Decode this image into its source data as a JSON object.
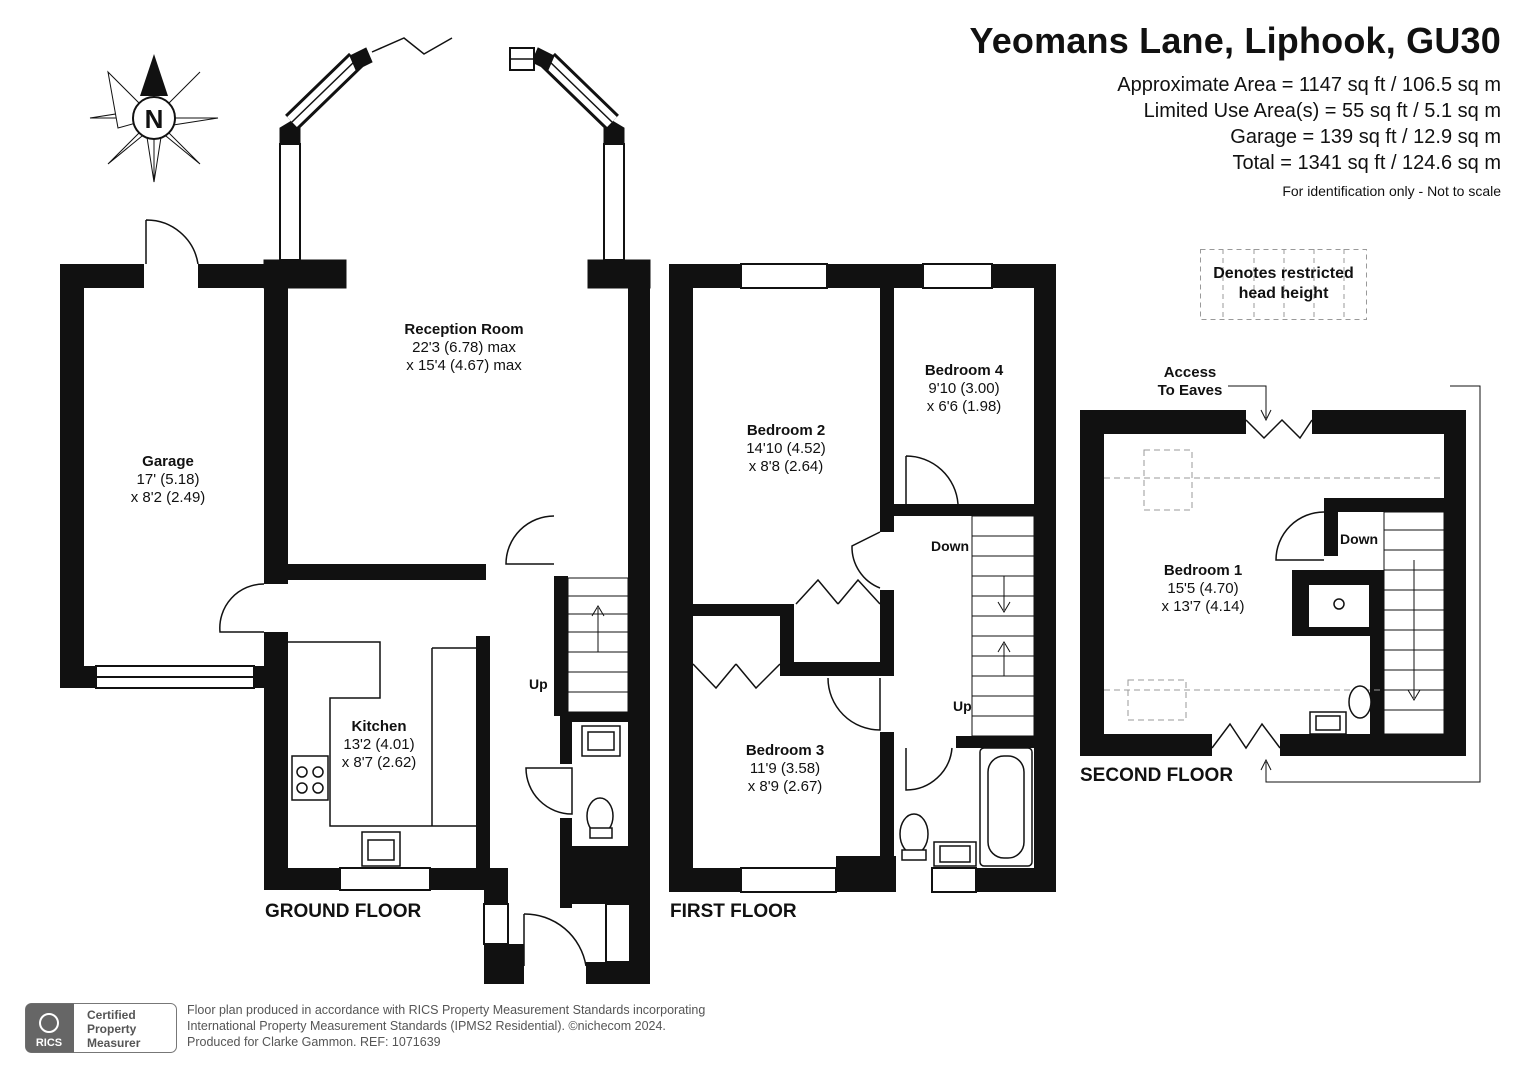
{
  "header": {
    "title": "Yeomans Lane, Liphook, GU30",
    "area_approx": "Approximate Area = 1147 sq ft / 106.5 sq m",
    "area_limited": "Limited Use Area(s) = 55 sq ft / 5.1 sq m",
    "area_garage": "Garage = 139 sq ft / 12.9 sq m",
    "area_total": "Total = 1341 sq ft / 124.6 sq m",
    "note": "For identification only - Not to scale"
  },
  "compass": {
    "label": "N"
  },
  "legend": {
    "line1": "Denotes restricted",
    "line2": "head height"
  },
  "floors": {
    "ground": "GROUND FLOOR",
    "first": "FIRST FLOOR",
    "second": "SECOND FLOOR"
  },
  "rooms": {
    "garage": {
      "name": "Garage",
      "dim1": "17' (5.18)",
      "dim2": "x 8'2 (2.49)"
    },
    "reception": {
      "name": "Reception Room",
      "dim1": "22'3 (6.78) max",
      "dim2": "x 15'4 (4.67) max"
    },
    "kitchen": {
      "name": "Kitchen",
      "dim1": "13'2 (4.01)",
      "dim2": "x 8'7 (2.62)"
    },
    "bedroom2": {
      "name": "Bedroom 2",
      "dim1": "14'10 (4.52)",
      "dim2": "x 8'8 (2.64)"
    },
    "bedroom4": {
      "name": "Bedroom 4",
      "dim1": "9'10 (3.00)",
      "dim2": "x 6'6 (1.98)"
    },
    "bedroom3": {
      "name": "Bedroom 3",
      "dim1": "11'9 (3.58)",
      "dim2": "x 8'9 (2.67)"
    },
    "bedroom1": {
      "name": "Bedroom 1",
      "dim1": "15'5 (4.70)",
      "dim2": "x 13'7 (4.14)"
    }
  },
  "stairs": {
    "ground_up": "Up",
    "first_down": "Down",
    "first_up": "Up",
    "second_down": "Down"
  },
  "eaves": {
    "line1": "Access",
    "line2": "To Eaves"
  },
  "badge": {
    "org": "RICS",
    "line1": "Certified",
    "line2": "Property",
    "line3": "Measurer"
  },
  "footer": {
    "line1": "Floor plan produced in accordance with RICS Property Measurement Standards incorporating",
    "line2": "International Property Measurement Standards (IPMS2 Residential).  ©nichecom 2024.",
    "line3": "Produced for Clarke Gammon.   REF: 1071639"
  }
}
